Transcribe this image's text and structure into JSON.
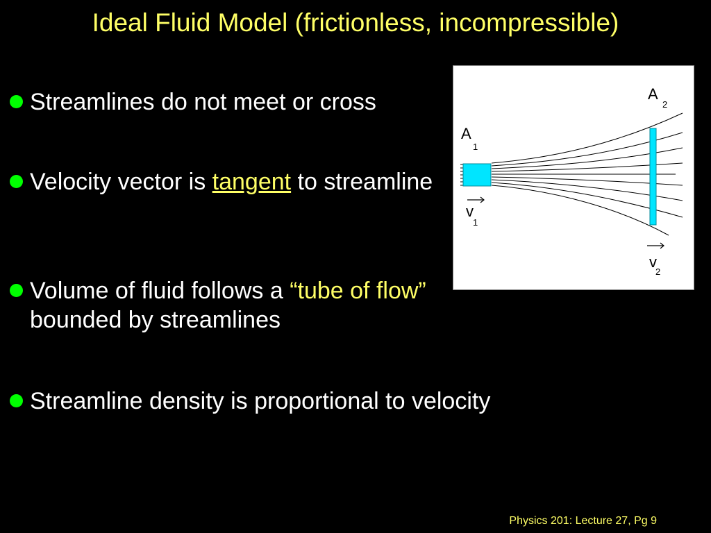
{
  "slide": {
    "title": "Ideal Fluid Model (frictionless, incompressible)",
    "footer": "Physics 201: Lecture 27, Pg 9"
  },
  "bullets": [
    {
      "text": "Streamlines do not meet or cross"
    },
    {
      "pre": "Velocity vector is ",
      "highlight": "tangent",
      "post": " to streamline"
    },
    {
      "pre": "Volume of fluid follows a ",
      "highlight": "“tube of flow”",
      "post": " bounded by streamlines"
    },
    {
      "text": "Streamline density is proportional to velocity"
    }
  ],
  "diagram": {
    "label_a2": "A",
    "label_a2_sub": "2",
    "label_a1": "A",
    "label_a1_sub": "1",
    "label_v1": "v",
    "label_v1_sub": "1",
    "label_v2": "v",
    "label_v2_sub": "2",
    "colors": {
      "area_fill": "#00e5ff",
      "area_stroke": "#008a99",
      "lines": "#000000",
      "background": "#ffffff"
    }
  },
  "colors": {
    "background": "#000000",
    "title": "#ffff66",
    "bullet_dot": "#00ff00",
    "body_text": "#ffffff",
    "highlight": "#ffff66"
  }
}
